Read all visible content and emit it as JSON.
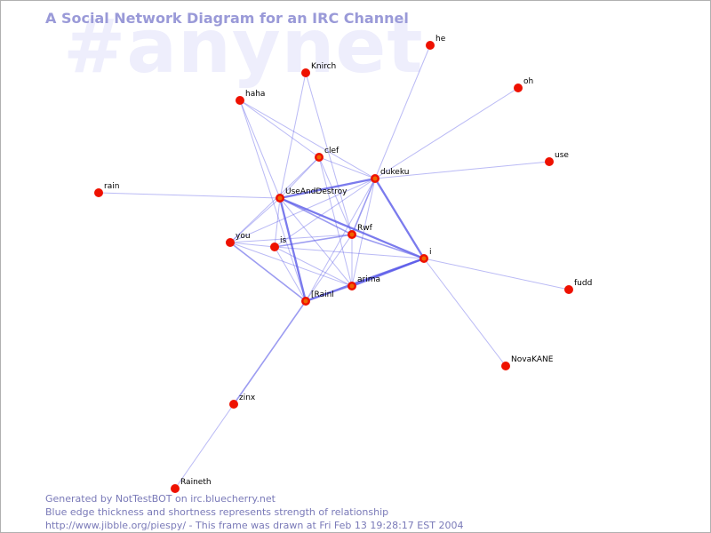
{
  "watermark": "#anynet",
  "title": "A Social Network Diagram for an IRC Channel",
  "footer": {
    "line1": "Generated by NotTestBOT on irc.bluecherry.net",
    "line2": "Blue edge thickness and shortness represents strength of relationship",
    "line3": "http://www.jibble.org/piespy/ - This frame was drawn at Fri Feb 13 19:28:17 EST 2004"
  },
  "colors": {
    "node": "#ee1100",
    "node_active": "#ee6600",
    "edge": "#5a5ae8",
    "title": "#9a9ad8",
    "watermark": "#eeeefc"
  },
  "nodes": [
    {
      "id": "he",
      "label": "he"
    },
    {
      "id": "Knirch",
      "label": "Knirch"
    },
    {
      "id": "oh",
      "label": "oh"
    },
    {
      "id": "haha",
      "label": "haha"
    },
    {
      "id": "clef",
      "label": "clef"
    },
    {
      "id": "use",
      "label": "use"
    },
    {
      "id": "dukeku",
      "label": "dukeku"
    },
    {
      "id": "rain",
      "label": "rain"
    },
    {
      "id": "UseAndDestroy",
      "label": "UseAndDestroy"
    },
    {
      "id": "you",
      "label": "you"
    },
    {
      "id": "is",
      "label": "is"
    },
    {
      "id": "Rwf",
      "label": "Rwf"
    },
    {
      "id": "i",
      "label": "i"
    },
    {
      "id": "arima",
      "label": "arima"
    },
    {
      "id": "fudd",
      "label": "fudd"
    },
    {
      "id": "Rainl",
      "label": "[Rainl"
    },
    {
      "id": "NovaKANE",
      "label": "NovaKANE"
    },
    {
      "id": "zinx",
      "label": "zinx"
    },
    {
      "id": "Raineth",
      "label": "Raineth"
    }
  ],
  "edges": [
    [
      "dukeku",
      "he",
      1
    ],
    [
      "dukeku",
      "oh",
      1
    ],
    [
      "dukeku",
      "use",
      1
    ],
    [
      "dukeku",
      "clef",
      1
    ],
    [
      "dukeku",
      "haha",
      1
    ],
    [
      "dukeku",
      "UseAndDestroy",
      3
    ],
    [
      "dukeku",
      "i",
      3
    ],
    [
      "dukeku",
      "Rwf",
      2
    ],
    [
      "dukeku",
      "arima",
      1
    ],
    [
      "dukeku",
      "Rainl",
      1
    ],
    [
      "dukeku",
      "is",
      1
    ],
    [
      "dukeku",
      "you",
      1
    ],
    [
      "Knirch",
      "UseAndDestroy",
      1
    ],
    [
      "Knirch",
      "Rwf",
      1
    ],
    [
      "haha",
      "UseAndDestroy",
      1
    ],
    [
      "haha",
      "clef",
      1
    ],
    [
      "haha",
      "Rainl",
      1
    ],
    [
      "clef",
      "UseAndDestroy",
      1
    ],
    [
      "clef",
      "you",
      1
    ],
    [
      "clef",
      "Rwf",
      1
    ],
    [
      "clef",
      "arima",
      1
    ],
    [
      "rain",
      "UseAndDestroy",
      1
    ],
    [
      "UseAndDestroy",
      "i",
      3
    ],
    [
      "UseAndDestroy",
      "Rwf",
      2
    ],
    [
      "UseAndDestroy",
      "Rainl",
      3
    ],
    [
      "UseAndDestroy",
      "you",
      1
    ],
    [
      "UseAndDestroy",
      "arima",
      1
    ],
    [
      "UseAndDestroy",
      "is",
      1
    ],
    [
      "you",
      "Rwf",
      1
    ],
    [
      "you",
      "Rainl",
      2
    ],
    [
      "you",
      "arima",
      1
    ],
    [
      "you",
      "is",
      1
    ],
    [
      "is",
      "Rwf",
      2
    ],
    [
      "is",
      "Rainl",
      1
    ],
    [
      "is",
      "arima",
      1
    ],
    [
      "is",
      "i",
      1
    ],
    [
      "Rwf",
      "i",
      2
    ],
    [
      "Rwf",
      "arima",
      1
    ],
    [
      "Rwf",
      "Rainl",
      1
    ],
    [
      "i",
      "arima",
      3
    ],
    [
      "i",
      "Rainl",
      3
    ],
    [
      "i",
      "fudd",
      1
    ],
    [
      "i",
      "NovaKANE",
      1
    ],
    [
      "arima",
      "Rainl",
      1
    ],
    [
      "Rainl",
      "zinx",
      2
    ],
    [
      "zinx",
      "Raineth",
      1
    ]
  ]
}
